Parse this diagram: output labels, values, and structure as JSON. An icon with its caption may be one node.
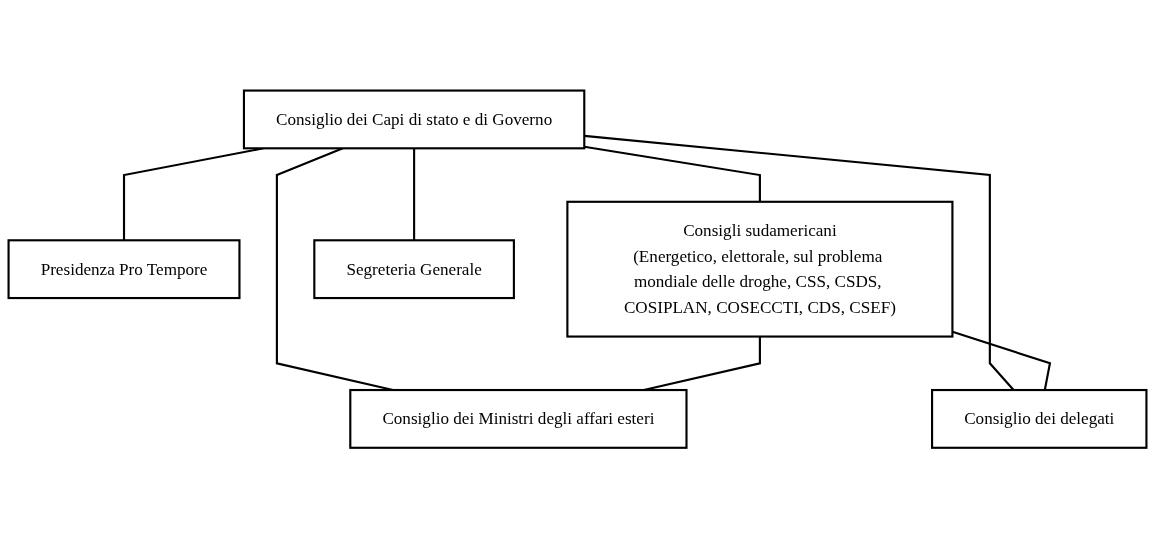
{
  "diagram": {
    "nodes": [
      {
        "text": [
          "Consiglio dei Capi di stato e di Governo"
        ]
      },
      {
        "text": [
          "Presidenza Pro Tempore"
        ]
      },
      {
        "text": [
          "Consigli sudamericani",
          "(Energetico, elettorale, sul problema mondiale delle droghe, CSS, CSDS, COSIPLAN, COSECCTI, CDS, CSEF)"
        ]
      },
      {
        "text": [
          "Consiglio dei Ministri degli affari esteri"
        ]
      },
      {
        "text": [
          "Consiglio dei delegati"
        ]
      },
      {
        "text": [
          "Segreteria Generale"
        ]
      }
    ],
    "edges": [
      {
        "from": 0,
        "to": 1,
        "arrow": "none"
      },
      {
        "from": 0,
        "to": 2,
        "arrow": "none"
      },
      {
        "from": 0,
        "to": 3,
        "arrow": "none"
      },
      {
        "from": 0,
        "to": 4,
        "arrow": "none"
      },
      {
        "from": 0,
        "to": 5,
        "arrow": "none"
      },
      {
        "from": 2,
        "to": 3,
        "arrow": "none"
      },
      {
        "from": 2,
        "to": 4,
        "arrow": "none"
      }
    ]
  }
}
